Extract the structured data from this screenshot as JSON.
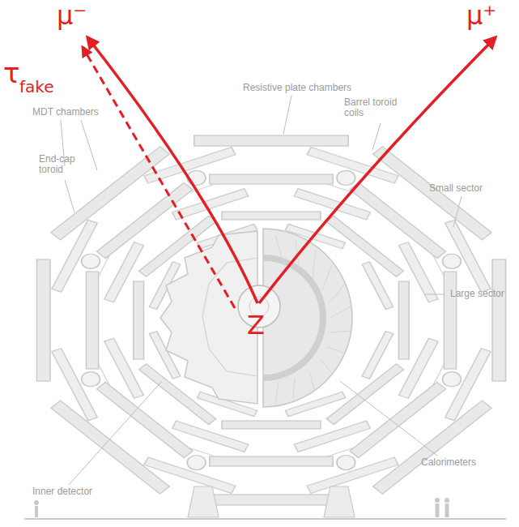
{
  "diagram": {
    "labels": [
      "μ⁻",
      "μ⁺",
      "τ",
      "fake",
      "Z",
      "MDT chambers",
      "Resistive plate chambers",
      "Barrel toroid coils",
      "End-cap toroid",
      "Small sector",
      "Large sector",
      "Inner detector",
      "Calorimeters"
    ]
  }
}
